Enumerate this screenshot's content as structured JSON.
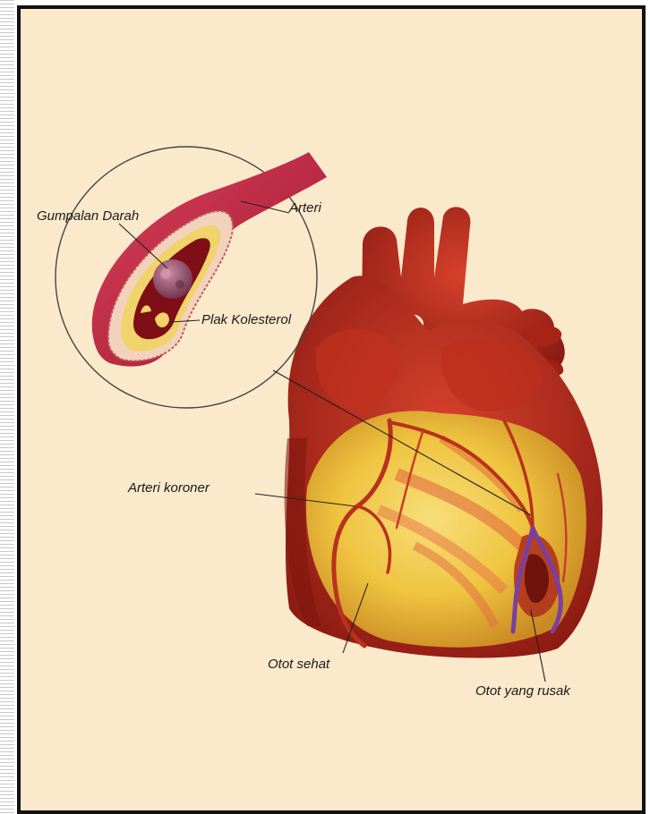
{
  "labels": {
    "blood_clot": "Gumpalan Darah",
    "artery": "Arteri",
    "cholesterol_plaque": "Plak Kolesterol",
    "coronary_artery": "Arteri koroner",
    "healthy_muscle": "Otot sehat",
    "damaged_muscle": "Otot yang rusak"
  },
  "colors": {
    "background": "#fbe9cc",
    "frame": "#111111",
    "heart_red": "#b3261c",
    "muscle_yellow": "#efc440",
    "damage_purple": "#7a3fa0",
    "clot": "#8e4a6a"
  }
}
